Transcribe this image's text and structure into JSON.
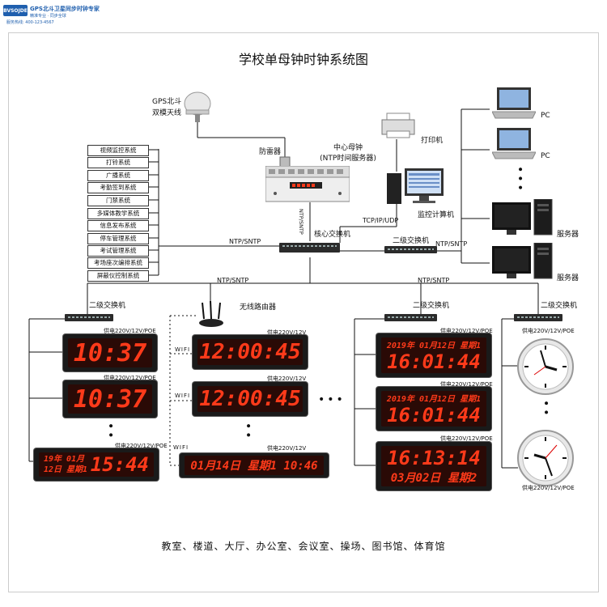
{
  "logo": {
    "badge": "BVSOJDE",
    "line1": "GPS北斗卫星同步时钟专家",
    "line2": "精准专业 · 同步全球",
    "line3": "服务热线: 400-123-4567"
  },
  "title": "学校单母钟时钟系统图",
  "gps": {
    "label_line1": "GPS北斗",
    "label_line2": "双模天线"
  },
  "lightning": "防雷器",
  "master_clock": {
    "line1": "中心母钟",
    "line2": "(NTP时间服务器)",
    "vertical": "NTP/SNTP"
  },
  "printer": "打印机",
  "monitor_pc": "监控计算机",
  "tcp": "TCP/IP/UDP",
  "core_switch": "核心交换机",
  "secondary_switch": "二级交换机",
  "ntp": "NTP/SNTP",
  "pc_label": "PC",
  "server_label": "服务器",
  "wireless_router": "无线路由器",
  "systems": [
    "视频监控系统",
    "打铃系统",
    "广播系统",
    "考勤签到系统",
    "门禁系统",
    "多媒体教学系统",
    "信息发布系统",
    "停车管理系统",
    "考试管理系统",
    "考场座次编排系统",
    "屏蔽仪控制系统"
  ],
  "power_a": "供电220V/12V/POE",
  "power_b": "供电220V/12V",
  "wifi": "WIFI",
  "clocks": {
    "c1": "10:37",
    "c2": "10:37",
    "c3_top": "19年 01月",
    "c3_mid": "12日 星期1",
    "c3_time": "15:44",
    "c4": "12:00:45",
    "c5": "12:00:45",
    "c6": "01月14日 星期1 10:46",
    "c7_date": "2019年 01月12日 星期1",
    "c7_time": "16:01:44",
    "c8_date": "2019年 01月12日 星期1",
    "c8_time": "16:01:44",
    "c9_time": "16:13:14",
    "c9_date": "03月02日 星期2"
  },
  "footer": "教室、楼道、大厅、办公室、会议室、操场、图书馆、体育馆"
}
